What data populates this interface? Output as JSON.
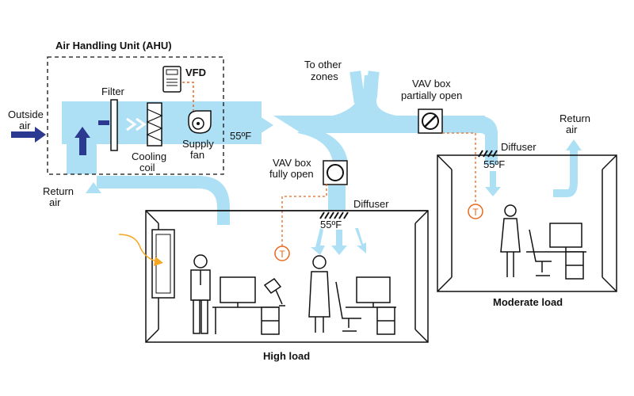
{
  "colors": {
    "duct": "#aee0f5",
    "arrow_dark": "#2b3990",
    "sensor": "#e8691e",
    "outline": "#111111",
    "sun": "#f5a623"
  },
  "labels": {
    "ahu_title": "Air Handling Unit (AHU)",
    "outside_air_line1": "Outside",
    "outside_air_line2": "air",
    "filter": "Filter",
    "vfd": "VFD",
    "cooling_coil_line1": "Cooling",
    "cooling_coil_line2": "coil",
    "supply_fan_line1": "Supply",
    "supply_fan_line2": "fan",
    "supply_temp": "55ºF",
    "return_air_left_line1": "Return",
    "return_air_left_line2": "air",
    "other_zones_line1": "To other",
    "other_zones_line2": "zones",
    "vav_partial_line1": "VAV box",
    "vav_partial_line2": "partially open",
    "vav_full_line1": "VAV box",
    "vav_full_line2": "fully open",
    "diffuser_high": "Diffuser",
    "diffuser_temp_high": "55ºF",
    "diffuser_moderate": "Diffuser",
    "diffuser_temp_moderate": "55ºF",
    "return_air_right_line1": "Return",
    "return_air_right_line2": "air",
    "thermostat_symbol": "T",
    "high_load": "High load",
    "moderate_load": "Moderate load"
  },
  "icons": [
    "filter-icon",
    "cooling-coil-icon",
    "supply-fan-icon",
    "vfd-icon",
    "vav-damper-icon",
    "thermostat-icon",
    "diffuser-icon",
    "person-icon",
    "desk-icon",
    "monitor-icon",
    "office-chair-icon",
    "desk-lamp-icon",
    "window-icon",
    "sun-ray-icon"
  ]
}
